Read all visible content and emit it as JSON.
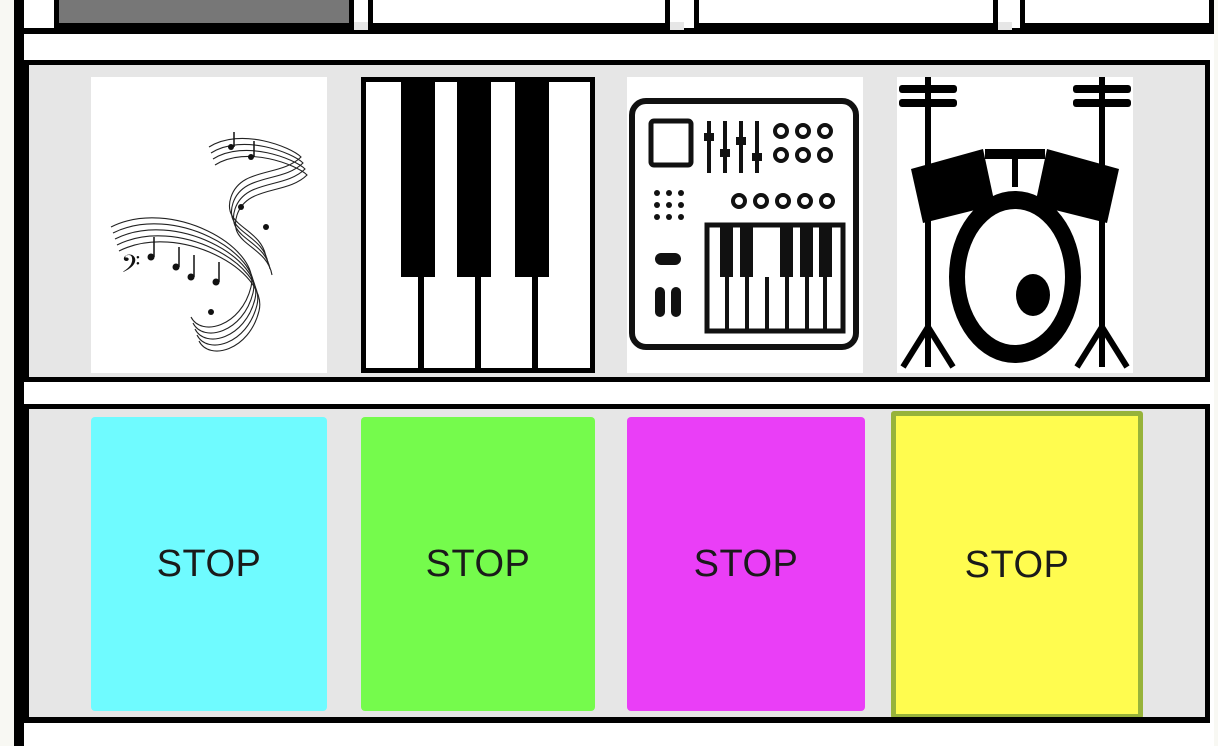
{
  "instruments": [
    {
      "name": "melody",
      "icon": "music-notes-icon"
    },
    {
      "name": "piano",
      "icon": "piano-keys-icon"
    },
    {
      "name": "synth",
      "icon": "synthesizer-icon"
    },
    {
      "name": "drums",
      "icon": "drum-kit-icon"
    }
  ],
  "pads": [
    {
      "label": "STOP",
      "color": "#6ffbff"
    },
    {
      "label": "STOP",
      "color": "#75fb4c"
    },
    {
      "label": "STOP",
      "color": "#ea3ef7"
    },
    {
      "label": "STOP",
      "color": "#fffc4f",
      "border_color": "#97b33a",
      "active": true
    }
  ]
}
